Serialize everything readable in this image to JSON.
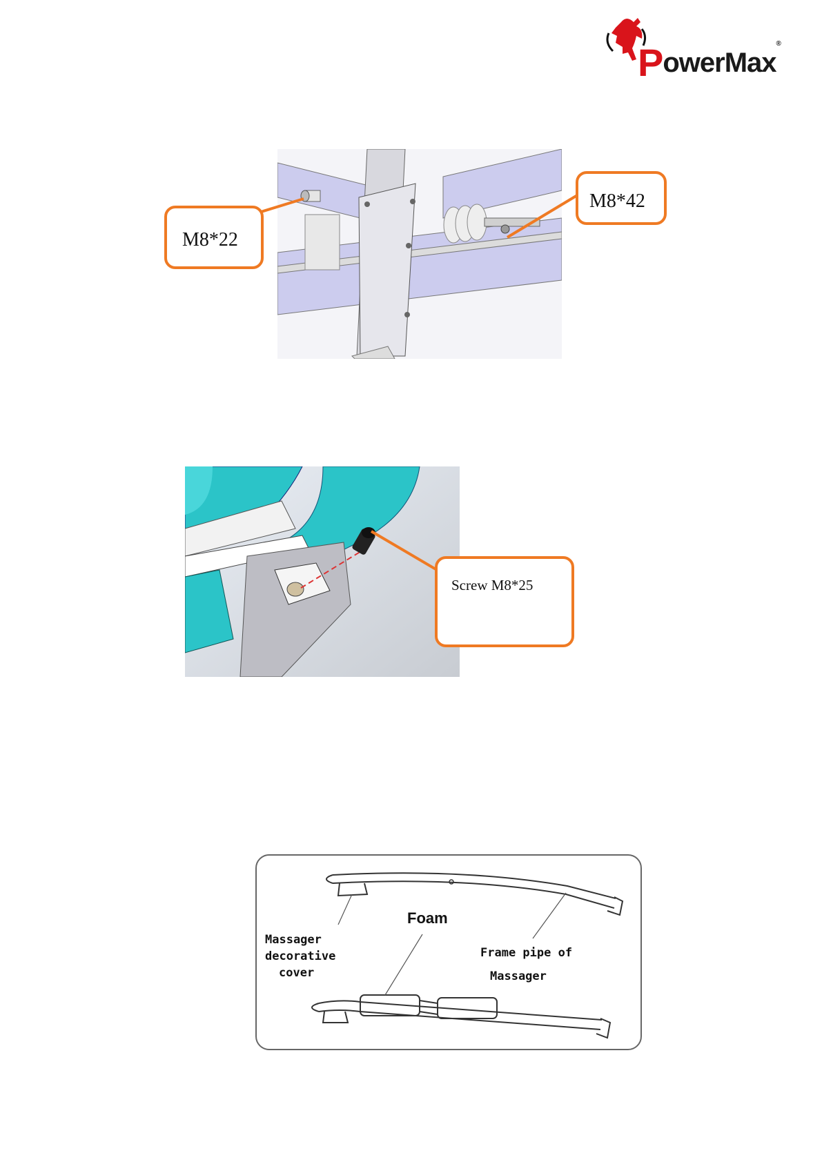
{
  "brand": {
    "logo_text_main": "ower",
    "logo_text_tail": "Max",
    "logo_initial": "P",
    "registered": "®",
    "red": "#d9141b"
  },
  "figure1": {
    "callout_left": "M8*22",
    "callout_right": "M8*42"
  },
  "figure2": {
    "callout": "Screw M8*25"
  },
  "figure3": {
    "label_foam": "Foam",
    "label_cover_line1": "Massager",
    "label_cover_line2": "decorative",
    "label_cover_line3": "cover",
    "label_frame_line1": "Frame pipe of",
    "label_frame_line2": "Massager"
  },
  "colors": {
    "callout_border": "#ef7a23",
    "frame": "#ccccee",
    "teal": "#2bc4c8"
  }
}
